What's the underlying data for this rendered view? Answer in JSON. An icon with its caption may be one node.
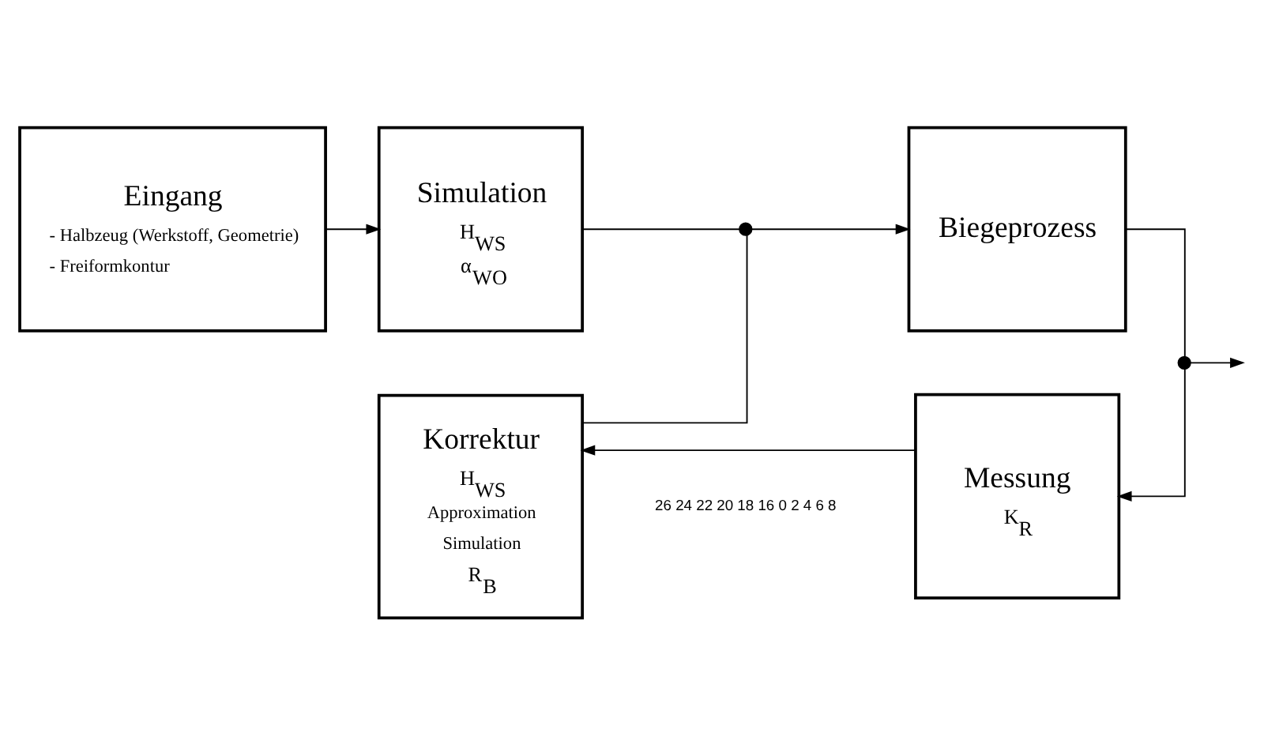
{
  "diagram": {
    "nodes": [
      {
        "text": [
          "Eingang",
          "- Halbzeug (Werkstoff, Geometrie)",
          "- Freiformkontur"
        ]
      },
      {
        "text": [
          "Simulation",
          "H$_{WS}$",
          "α$_{WO}$"
        ]
      },
      {
        "text": [
          "Biegeprozess"
        ]
      },
      {
        "text": [
          "Messung",
          "K$_{R}$"
        ]
      },
      {
        "text": [
          "Korrektur",
          "H$_{WS}$",
          "Approximation",
          "Simulation",
          "R$_{B}$"
        ]
      },
      {
        "text": [],
        "shape": "circle"
      },
      {
        "text": [],
        "shape": "circle"
      }
    ],
    "edges": [
      {
        "from": 0,
        "to": 1,
        "arrow": "to"
      },
      {
        "from": 1,
        "to": 5,
        "arrow": "none"
      },
      {
        "from": 5,
        "to": 2,
        "arrow": "to"
      },
      {
        "from": 2,
        "to": 6,
        "arrow": "none"
      },
      {
        "from": 6,
        "to": null,
        "arrow": "to"
      },
      {
        "from": 6,
        "to": 3,
        "arrow": "to"
      },
      {
        "from": 3,
        "to": 4,
        "arrow": "to"
      },
      {
        "from": 4,
        "to": 5,
        "arrow": "none"
      }
    ],
    "labels": [
      "26",
      "24",
      "22",
      "20",
      "18",
      "16",
      "0",
      "2",
      "4",
      "6",
      "8"
    ]
  }
}
